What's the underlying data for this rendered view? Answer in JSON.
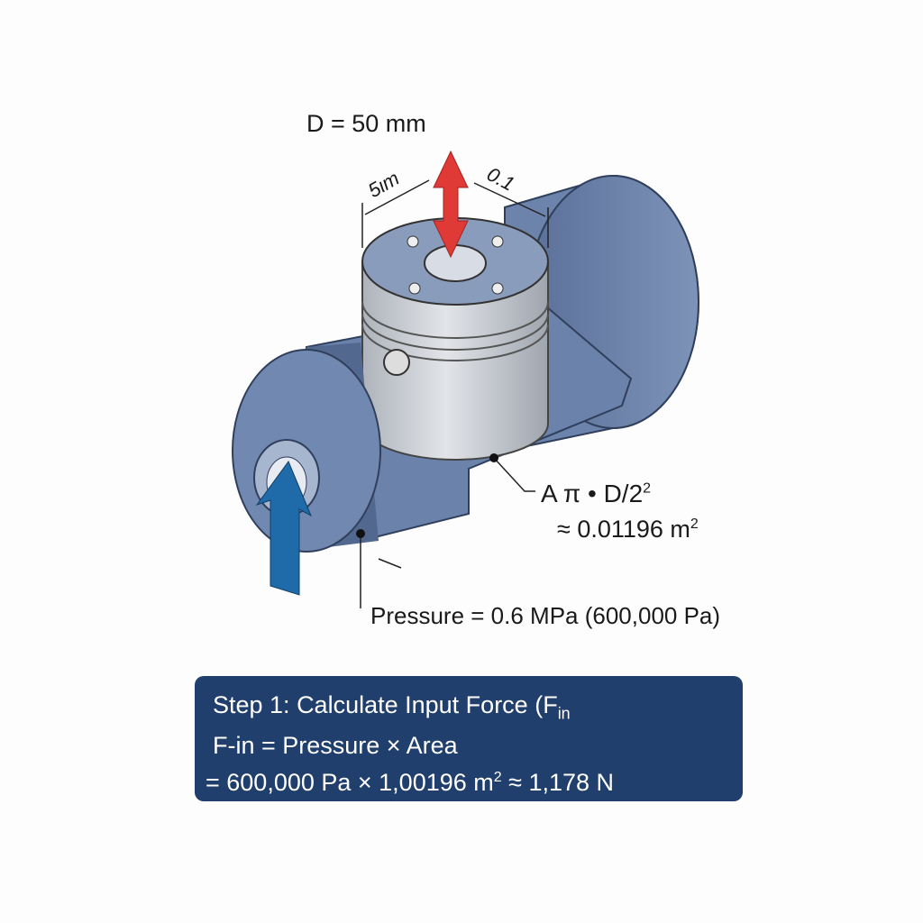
{
  "labels": {
    "diameter": "D = 50 mm",
    "dim_left": "5ιm",
    "dim_right": "0.1",
    "area_formula": "A π • D/2",
    "area_value": "≈ 0.01196 m",
    "area_unit_exp": "2",
    "area_formula_exp": "2",
    "pressure": "Pressure = 0.6 MPa (600,000 Pa)"
  },
  "step": {
    "title": "Step 1: Calculate Input Force (F",
    "title_sub": "in",
    "formula": "F-in = Pressure × Area",
    "calc_a": "= 600,000 Pa × 1,00196 m",
    "calc_exp": "2",
    "calc_b": " ≈ 1,178 N"
  },
  "colors": {
    "body": "#6a82aa",
    "piston": "#c9ccd2",
    "box": "#203f6c",
    "red_arrow": "#e03a36",
    "blue_arrow": "#1f6aa8"
  }
}
